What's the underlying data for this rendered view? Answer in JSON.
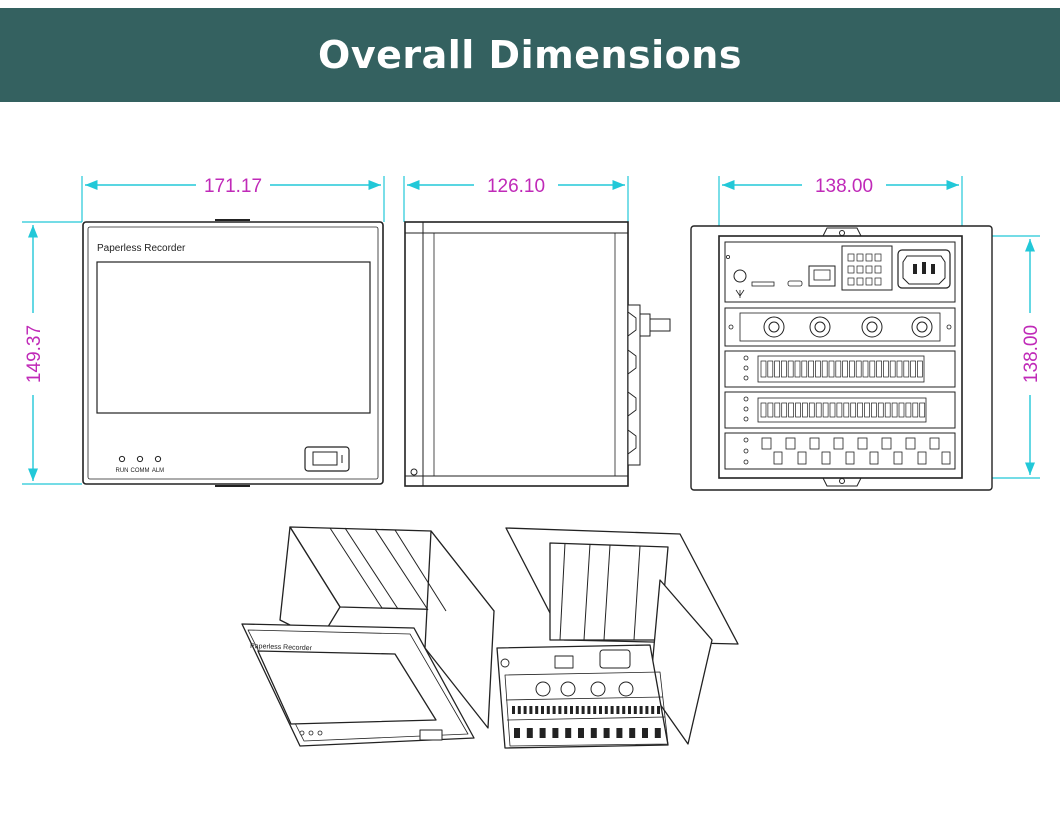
{
  "header": {
    "title": "Overall Dimensions"
  },
  "colors": {
    "banner_bg": "#346160",
    "banner_text": "#ffffff",
    "dim_line": "#22c8d8",
    "dim_text": "#c02ab8",
    "line_art": "#222222"
  },
  "dimensions": {
    "front_width": "171.17",
    "front_height": "149.37",
    "side_depth": "126.10",
    "cutout_width": "138.00",
    "cutout_height": "138.00"
  },
  "front_panel": {
    "brand_label": "Paperless Recorder",
    "led_run": "RUN",
    "led_comm": "COMM",
    "led_alm": "ALM"
  },
  "iso_front": {
    "brand_label": "Paperless Recorder"
  },
  "icons": [
    "usb-port-icon",
    "power-socket-icon",
    "rj45-port-icon",
    "antenna-icon"
  ]
}
